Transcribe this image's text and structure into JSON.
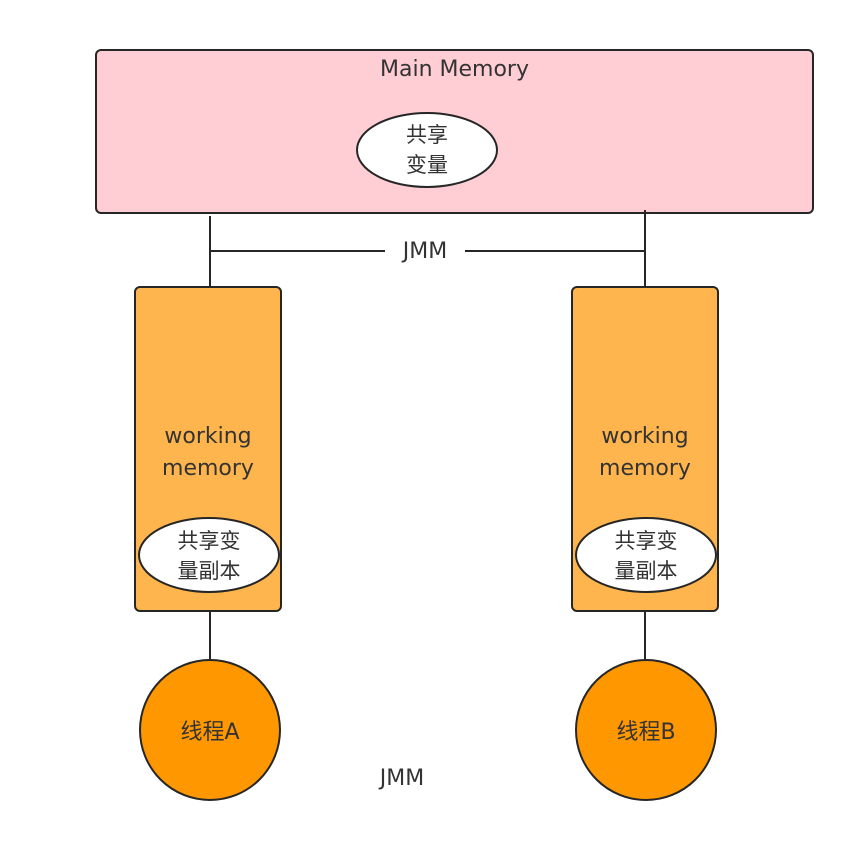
{
  "main_memory": {
    "title": "Main Memory",
    "shared_variable": "共享\n变量"
  },
  "connector_label": "JMM",
  "working_memory": [
    {
      "label": "working\nmemory",
      "copy": "共享变\n量副本",
      "thread": "线程A"
    },
    {
      "label": "working\nmemory",
      "copy": "共享变\n量副本",
      "thread": "线程B"
    }
  ],
  "caption": "JMM",
  "colors": {
    "main_memory_fill": "#ffcdd4",
    "working_memory_fill": "#ffb54d",
    "thread_fill": "#ff9800",
    "ellipse_fill": "#ffffff",
    "stroke": "#262626"
  }
}
